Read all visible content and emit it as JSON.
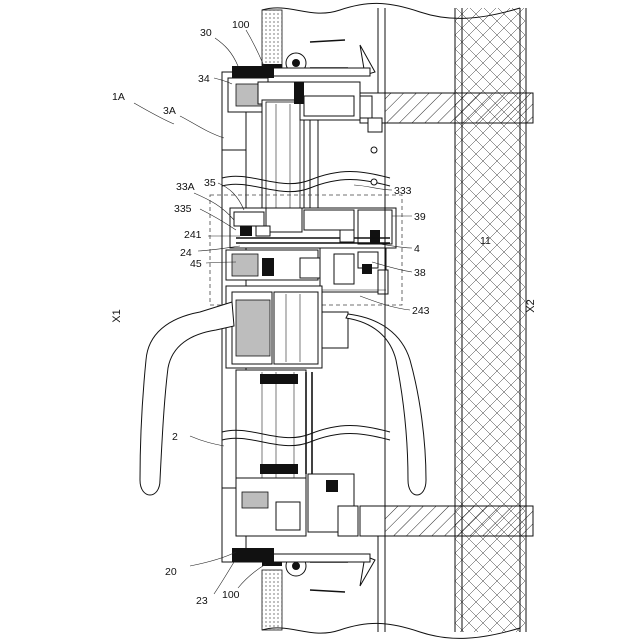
{
  "figure": {
    "labels": {
      "l_1A": "1A",
      "l_3A": "3A",
      "l_30": "30",
      "l_100_top": "100",
      "l_34": "34",
      "l_35": "35",
      "l_33A": "33A",
      "l_335": "335",
      "l_241": "241",
      "l_24": "24",
      "l_45": "45",
      "l_333": "333",
      "l_39": "39",
      "l_4": "4",
      "l_38": "38",
      "l_243": "243",
      "l_11": "11",
      "l_2": "2",
      "l_20": "20",
      "l_23": "23",
      "l_100_bottom": "100"
    },
    "side_labels": {
      "x1": "X1",
      "x2": "X2"
    }
  }
}
